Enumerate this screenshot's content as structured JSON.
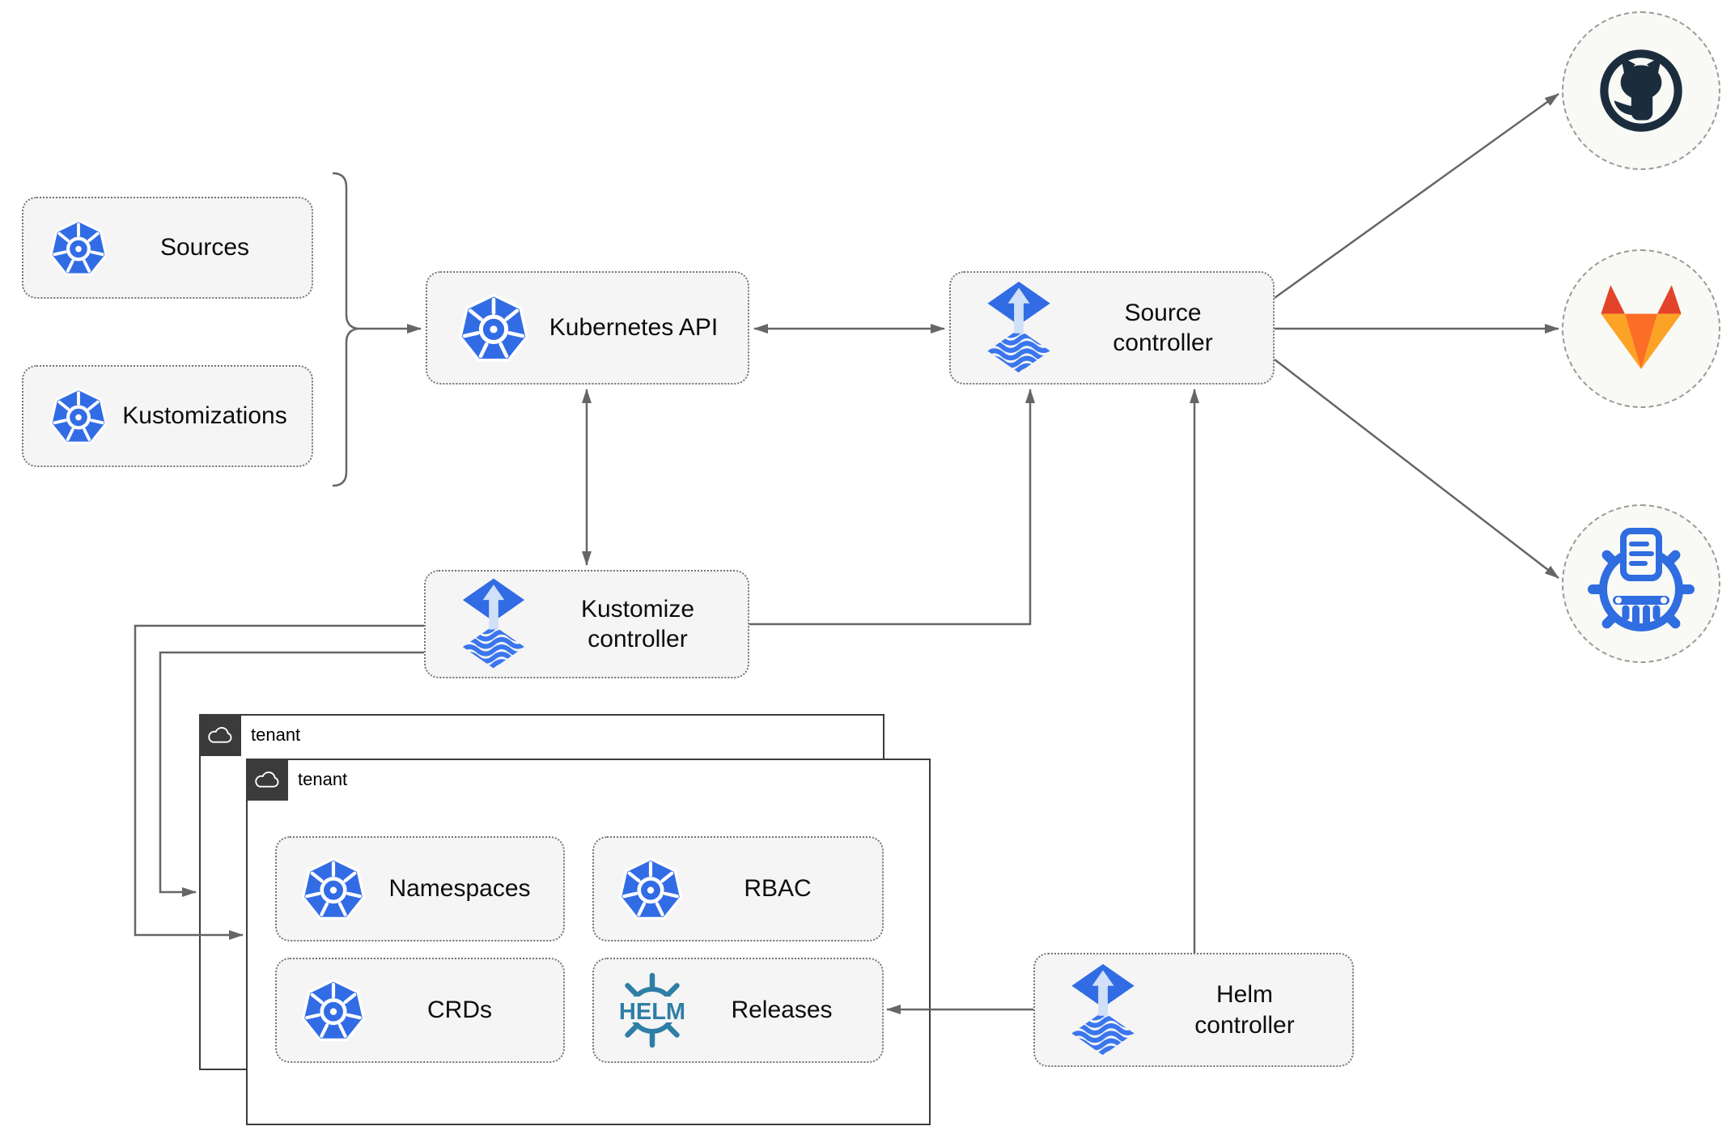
{
  "nodes": {
    "sources": "Sources",
    "kustomizations": "Kustomizations",
    "kubernetes_api": "Kubernetes API",
    "source_controller": "Source controller",
    "kustomize_controller": "Kustomize controller",
    "helm_controller": "Helm controller",
    "tenant_outer": "tenant",
    "tenant_inner": "tenant",
    "namespaces": "Namespaces",
    "rbac": "RBAC",
    "crds": "CRDs",
    "releases": "Releases"
  },
  "badges": {
    "helm_logo_text": "HELM"
  },
  "external_icons": [
    "github",
    "gitlab",
    "chartmuseum"
  ],
  "edges": [
    {
      "from": "sources+kustomizations-bracket",
      "to": "kubernetes-api",
      "type": "arrow"
    },
    {
      "from": "kubernetes-api",
      "to": "source-controller",
      "type": "double-arrow"
    },
    {
      "from": "kubernetes-api",
      "to": "kustomize-controller",
      "type": "double-arrow"
    },
    {
      "from": "kustomize-controller",
      "to": "source-controller",
      "type": "arrow"
    },
    {
      "from": "helm-controller",
      "to": "source-controller",
      "type": "arrow"
    },
    {
      "from": "helm-controller",
      "to": "releases",
      "type": "arrow"
    },
    {
      "from": "kustomize-controller",
      "to": "tenant-inner",
      "type": "arrow"
    },
    {
      "from": "kustomize-controller",
      "to": "tenant-outer",
      "type": "arrow"
    },
    {
      "from": "source-controller",
      "to": "github",
      "type": "arrow"
    },
    {
      "from": "source-controller",
      "to": "gitlab",
      "type": "arrow"
    },
    {
      "from": "source-controller",
      "to": "chartmuseum",
      "type": "arrow"
    }
  ],
  "colors": {
    "kubernetes_blue": "#326ce5",
    "flux_blue": "#316ce4",
    "flux_arrow_light": "#cfe0f8",
    "helm_teal": "#2e7ea6",
    "chartmuseum_blue": "#2f6de0",
    "github_dark": "#1b2d3d",
    "gitlab_dark_orange": "#e24329",
    "gitlab_orange": "#fc6d26",
    "gitlab_light_orange": "#fca326",
    "edge_gray": "#666666",
    "node_fill": "#f5f5f5",
    "tenant_tab": "#3b3b3b"
  }
}
